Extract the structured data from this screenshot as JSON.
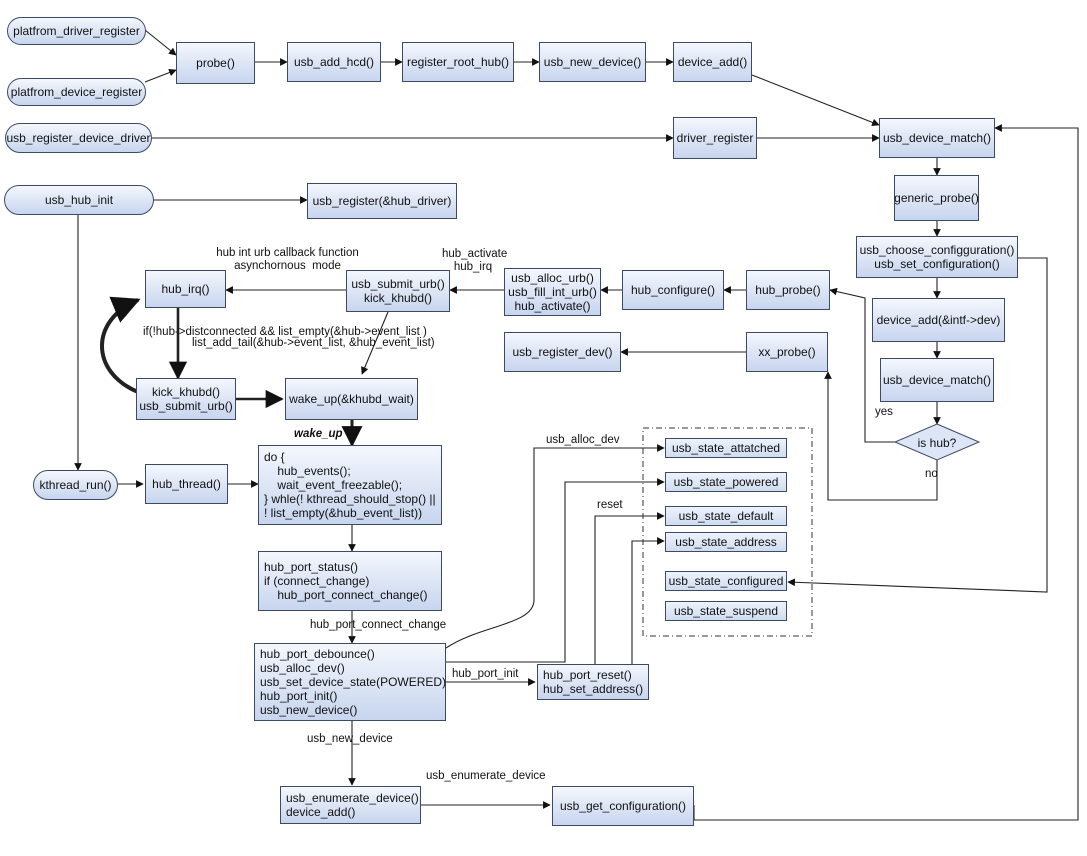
{
  "nodes": {
    "platfrom_driver_register": "platfrom_driver_register",
    "platfrom_device_register": "platfrom_device_register",
    "probe": "probe()",
    "usb_add_hcd": "usb_add_hcd()",
    "register_root_hub": "register_root_hub()",
    "usb_new_device": "usb_new_device()",
    "device_add": "device_add()",
    "usb_register_device_driver": "usb_register_device_driver",
    "driver_register": "driver_register",
    "usb_device_match": "usb_device_match()",
    "usb_hub_init": "usb_hub_init",
    "usb_register_hub_driver": "usb_register(&hub_driver)",
    "generic_probe": "generic_probe()",
    "usb_choose_configuration": "usb_choose_configguration()\nusb_set_configuration()",
    "hub_irq": "hub_irq()",
    "usb_submit_urb_kick": "usb_submit_urb()\nkick_khubd()",
    "usb_alloc_urb_group": "usb_alloc_urb()\nusb_fill_int_urb()\nhub_activate()",
    "hub_configure": "hub_configure()",
    "hub_probe": "hub_probe()",
    "device_add_intf": "device_add(&intf->dev)",
    "usb_register_dev": "usb_register_dev()",
    "xx_probe": "xx_probe()",
    "usb_device_match_2": "usb_device_match()",
    "kick_khubd_submit": "kick_khubd()\nusb_submit_urb()",
    "wake_up_khubd": "wake_up(&khubd_wait)",
    "is_hub": "is hub?",
    "kthread_run": "kthread_run()",
    "hub_thread": "hub_thread()",
    "hub_events_loop": "do {\n    hub_events();\n    wait_event_freezable();\n} whle(! kthread_should_stop() ||\n! list_empty(&hub_event_list))",
    "hub_port_status": "hub_port_status()\nif (connect_change)\n    hub_port_connect_change()",
    "hub_port_debounce_group": "hub_port_debounce()\nusb_alloc_dev()\nusb_set_device_state(POWERED)\nhub_port_init()\nusb_new_device()",
    "hub_port_reset_group": "hub_port_reset()\nhub_set_address()",
    "usb_enumerate_group": "usb_enumerate_device()\ndevice_add()",
    "usb_get_configuration": "usb_get_configuration()",
    "state_attached": "usb_state_attatched",
    "state_powered": "usb_state_powered",
    "state_default": "usb_state_default",
    "state_address": "usb_state_address",
    "state_configured": "usb_state_configured",
    "state_suspend": "usb_state_suspend"
  },
  "labels": {
    "hub_int_urb_callback": "hub int urb callback function\nasynchornous  mode",
    "hub_activate_irq": "hub_activate\nhub_irq",
    "if_disconnected": "if(!hub->distconnected && list_empty(&hub->event_list )",
    "list_add_tail": "list_add_tail(&hub->event_list, &hub_event_list)",
    "yes": "yes",
    "no": "no",
    "wake_up": "wake_up",
    "usb_alloc_dev": "usb_alloc_dev",
    "reset": "reset",
    "hub_port_connect_change": "hub_port_connect_change",
    "hub_port_init": "hub_port_init",
    "usb_new_device_edge": "usb_new_device",
    "usb_enumerate_device_edge": "usb_enumerate_device"
  }
}
